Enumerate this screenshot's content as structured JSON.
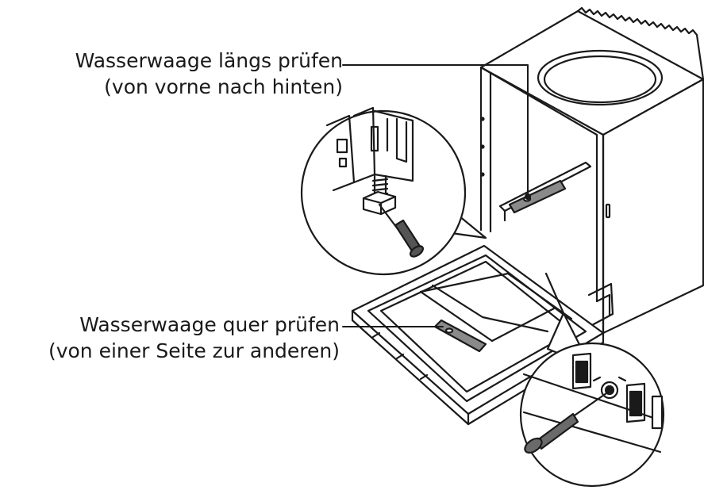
{
  "labels": {
    "longitudinal": {
      "line1": "Wasserwaage längs prüfen",
      "line2": "(von vorne nach hinten)"
    },
    "transverse": {
      "line1": "Wasserwaage quer prüfen",
      "line2": "(von einer Seite zur anderen)"
    }
  },
  "colors": {
    "line": "#1a1a1a",
    "level_fill": "#888888",
    "background": "#ffffff"
  },
  "icons": {
    "screwdriver": "screwdriver-icon",
    "spirit_level": "spirit-level-icon"
  }
}
